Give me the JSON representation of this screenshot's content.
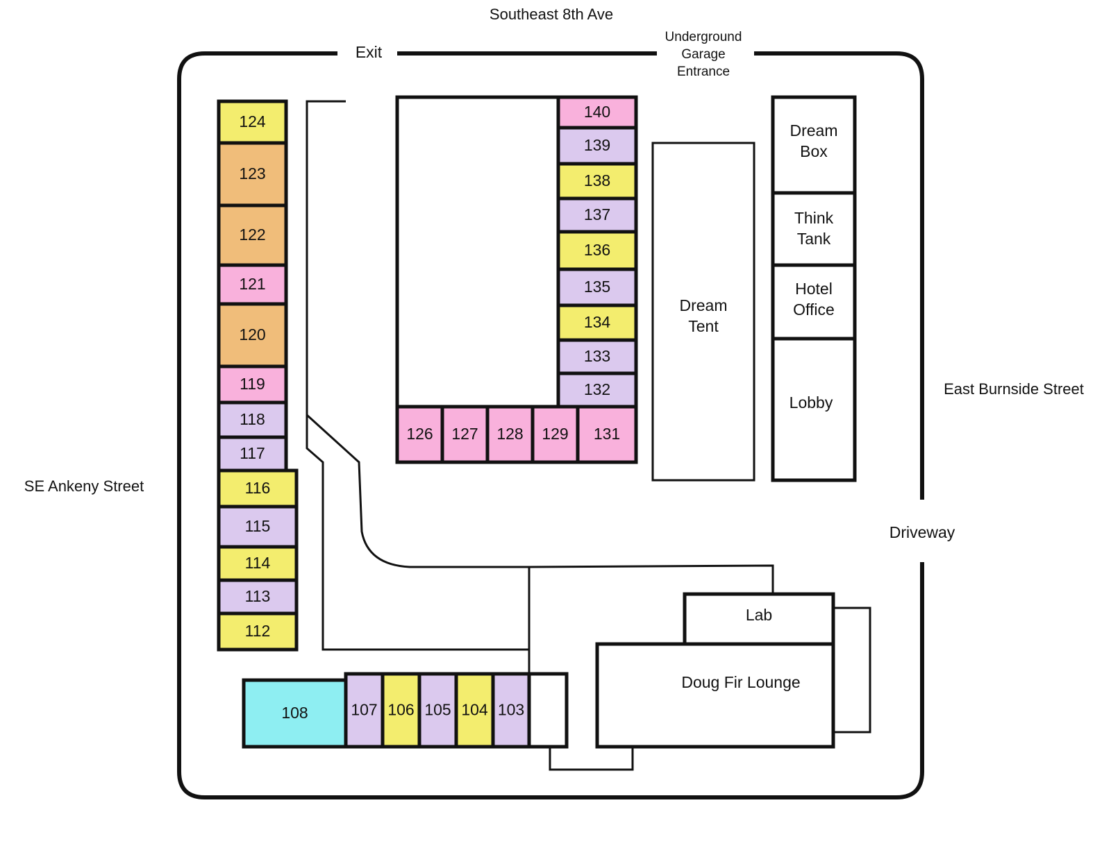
{
  "streets": {
    "north": "Southeast 8th Ave",
    "east": "East Burnside Street",
    "west": "SE Ankeny Street"
  },
  "exit_label": "Exit",
  "garage_lines": [
    "Underground",
    "Garage",
    "Entrance"
  ],
  "driveway_label": "Driveway",
  "colors": {
    "yellow": "#f3ed6e",
    "orange": "#f0bd7a",
    "pink": "#f9b1dc",
    "lavender": "#dbc9ee",
    "cyan": "#8eeef2",
    "line": "#111111"
  },
  "rooms": [
    {
      "number": "124",
      "color": "yellow"
    },
    {
      "number": "123",
      "color": "orange"
    },
    {
      "number": "122",
      "color": "orange"
    },
    {
      "number": "121",
      "color": "pink"
    },
    {
      "number": "120",
      "color": "orange"
    },
    {
      "number": "119",
      "color": "pink"
    },
    {
      "number": "118",
      "color": "lavender"
    },
    {
      "number": "117",
      "color": "lavender"
    },
    {
      "number": "116",
      "color": "yellow"
    },
    {
      "number": "115",
      "color": "lavender"
    },
    {
      "number": "114",
      "color": "yellow"
    },
    {
      "number": "113",
      "color": "lavender"
    },
    {
      "number": "112",
      "color": "yellow"
    },
    {
      "number": "140",
      "color": "pink"
    },
    {
      "number": "139",
      "color": "lavender"
    },
    {
      "number": "138",
      "color": "yellow"
    },
    {
      "number": "137",
      "color": "lavender"
    },
    {
      "number": "136",
      "color": "yellow"
    },
    {
      "number": "135",
      "color": "lavender"
    },
    {
      "number": "134",
      "color": "yellow"
    },
    {
      "number": "133",
      "color": "lavender"
    },
    {
      "number": "132",
      "color": "lavender"
    },
    {
      "number": "126",
      "color": "pink"
    },
    {
      "number": "127",
      "color": "pink"
    },
    {
      "number": "128",
      "color": "pink"
    },
    {
      "number": "129",
      "color": "pink"
    },
    {
      "number": "131",
      "color": "pink"
    },
    {
      "number": "108",
      "color": "cyan"
    },
    {
      "number": "107",
      "color": "lavender"
    },
    {
      "number": "106",
      "color": "yellow"
    },
    {
      "number": "105",
      "color": "lavender"
    },
    {
      "number": "104",
      "color": "yellow"
    },
    {
      "number": "103",
      "color": "lavender"
    }
  ],
  "places": {
    "dream_tent": [
      "Dream",
      "Tent"
    ],
    "dream_box": [
      "Dream",
      "Box"
    ],
    "think_tank": [
      "Think",
      "Tank"
    ],
    "hotel_office": [
      "Hotel",
      "Office"
    ],
    "lobby": "Lobby",
    "lab": "Lab",
    "doug_fir_lounge": "Doug Fir Lounge"
  }
}
